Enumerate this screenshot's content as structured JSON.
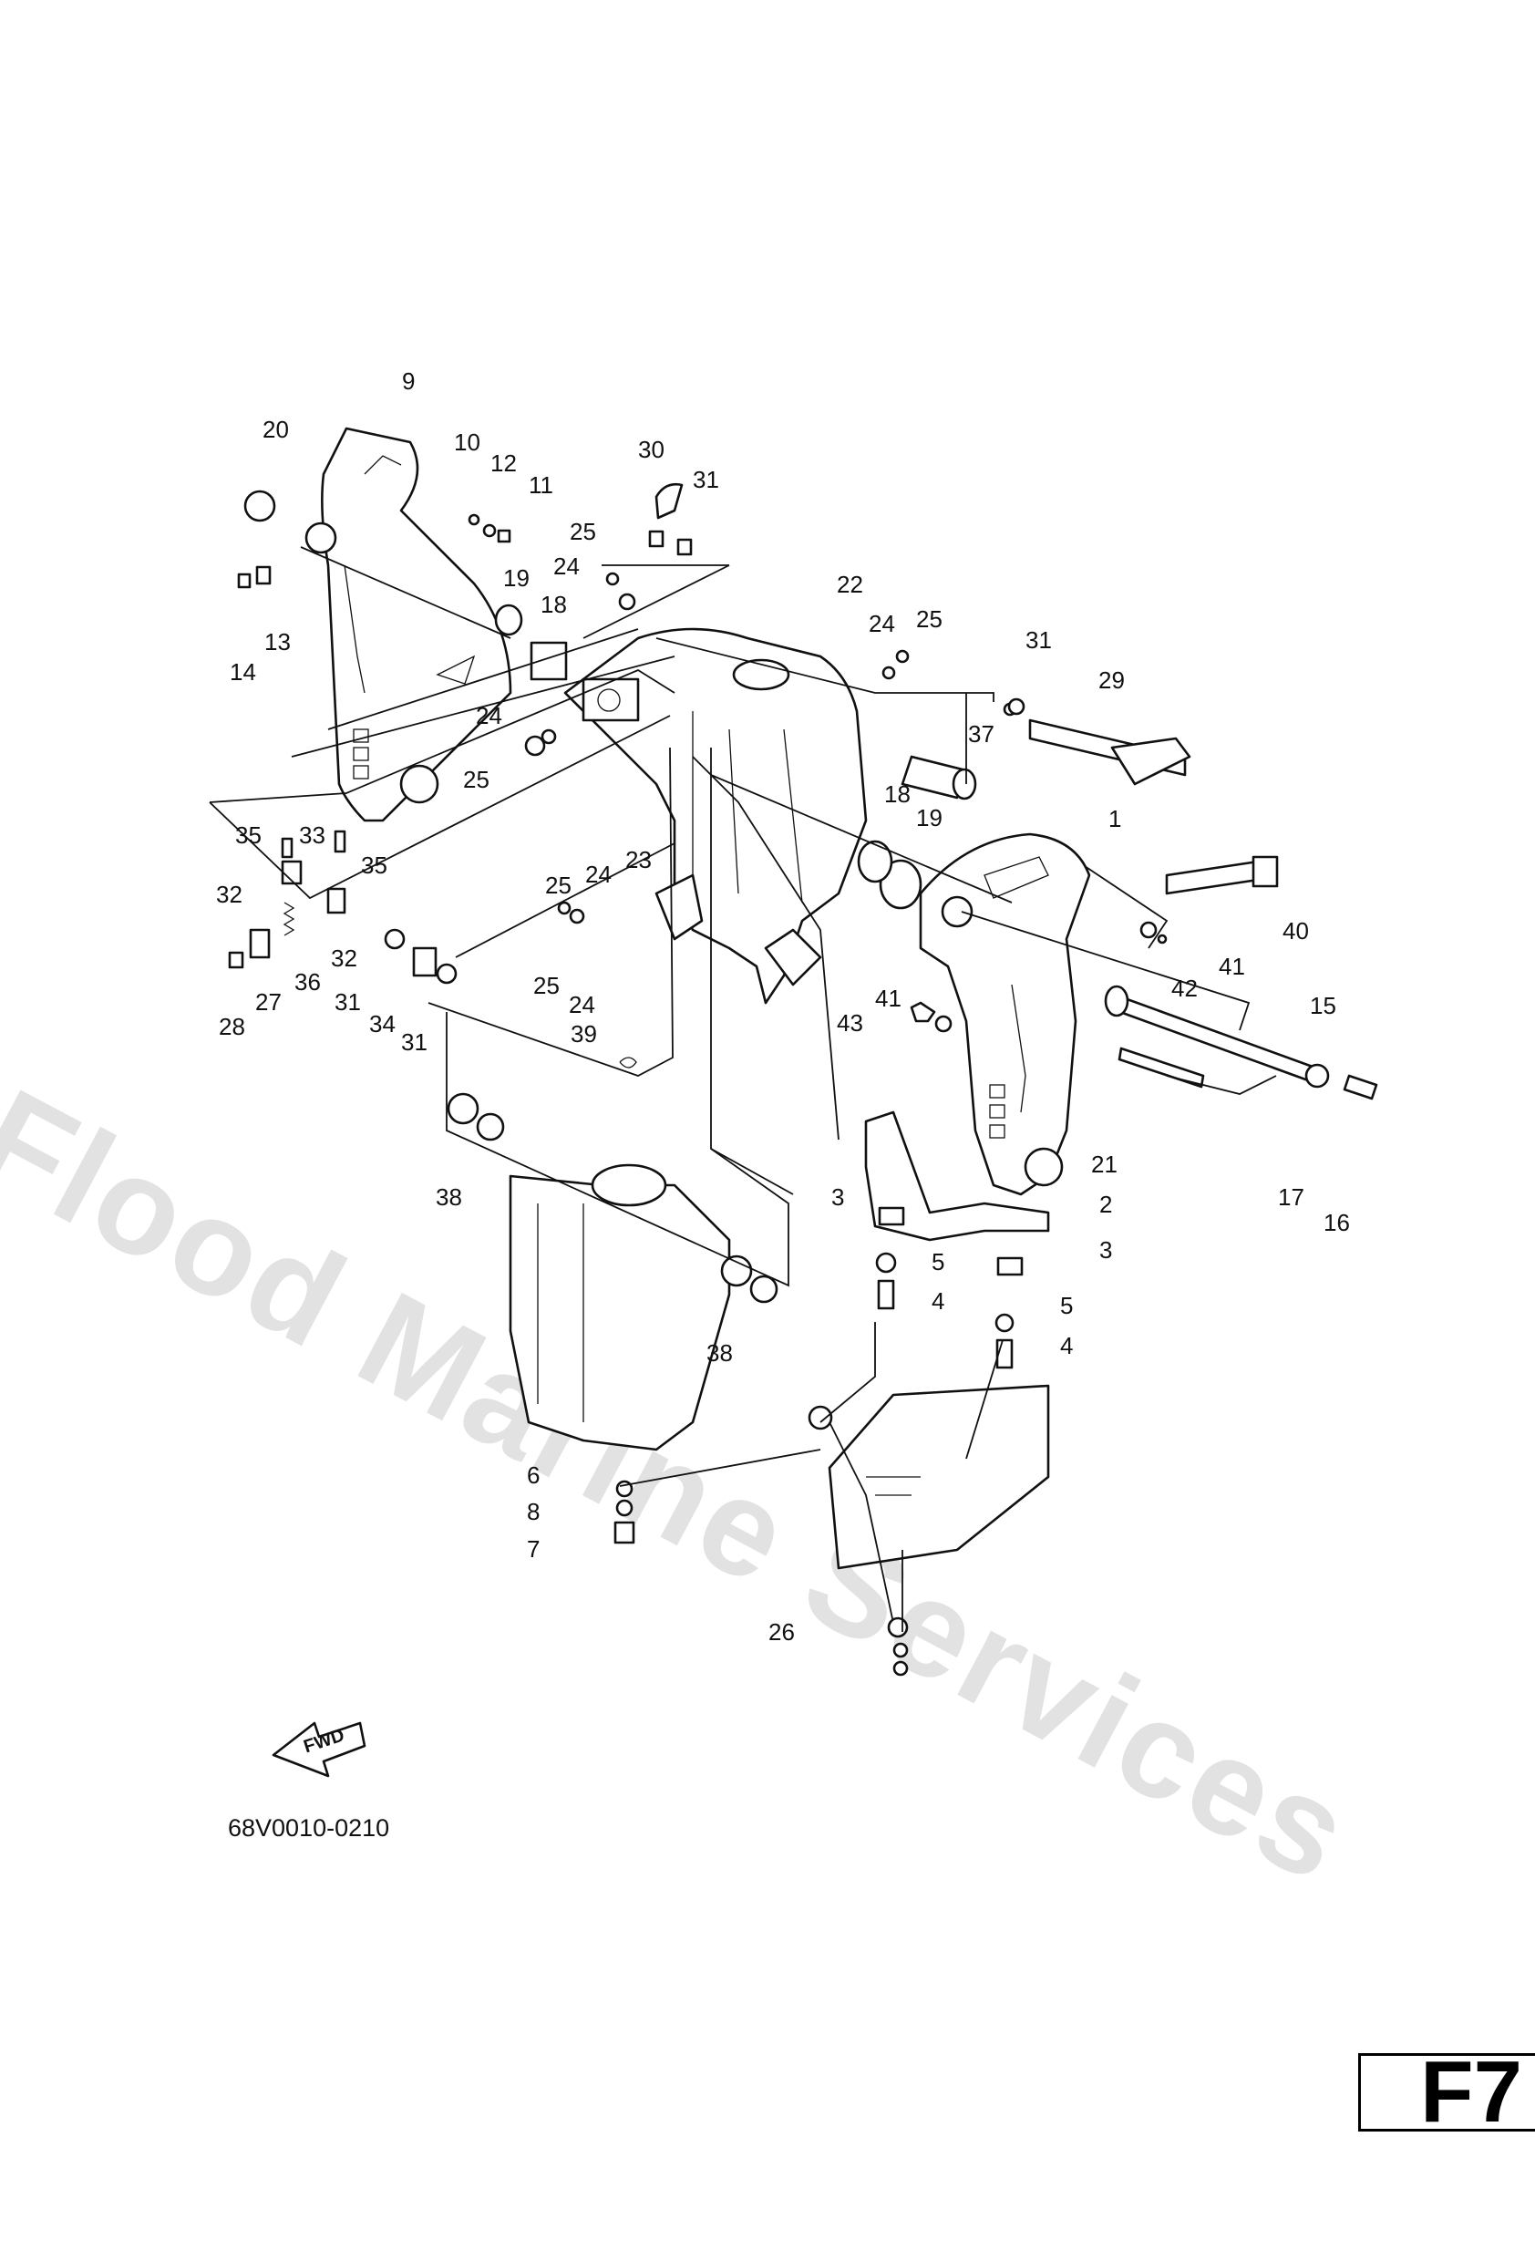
{
  "watermark": "Flood Marine Services",
  "diagram_code": "68V0010-0210",
  "page_label": "F7",
  "fwd_label": "FWD",
  "callouts": [
    {
      "id": "9",
      "text": "9"
    },
    {
      "id": "20",
      "text": "20"
    },
    {
      "id": "10",
      "text": "10"
    },
    {
      "id": "12",
      "text": "12"
    },
    {
      "id": "11",
      "text": "11"
    },
    {
      "id": "30",
      "text": "30"
    },
    {
      "id": "31a",
      "text": "31"
    },
    {
      "id": "25a",
      "text": "25"
    },
    {
      "id": "24a",
      "text": "24"
    },
    {
      "id": "19a",
      "text": "19"
    },
    {
      "id": "18a",
      "text": "18"
    },
    {
      "id": "22",
      "text": "22"
    },
    {
      "id": "24b",
      "text": "24"
    },
    {
      "id": "25b",
      "text": "25"
    },
    {
      "id": "13",
      "text": "13"
    },
    {
      "id": "14",
      "text": "14"
    },
    {
      "id": "31b",
      "text": "31"
    },
    {
      "id": "29",
      "text": "29"
    },
    {
      "id": "24c",
      "text": "24"
    },
    {
      "id": "25c",
      "text": "25"
    },
    {
      "id": "37",
      "text": "37"
    },
    {
      "id": "1",
      "text": "1"
    },
    {
      "id": "18b",
      "text": "18"
    },
    {
      "id": "19b",
      "text": "19"
    },
    {
      "id": "35a",
      "text": "35"
    },
    {
      "id": "33",
      "text": "33"
    },
    {
      "id": "35b",
      "text": "35"
    },
    {
      "id": "23",
      "text": "23"
    },
    {
      "id": "24d",
      "text": "24"
    },
    {
      "id": "25d",
      "text": "25"
    },
    {
      "id": "32a",
      "text": "32"
    },
    {
      "id": "32b",
      "text": "32"
    },
    {
      "id": "40",
      "text": "40"
    },
    {
      "id": "41a",
      "text": "41"
    },
    {
      "id": "42",
      "text": "42"
    },
    {
      "id": "36",
      "text": "36"
    },
    {
      "id": "27",
      "text": "27"
    },
    {
      "id": "28",
      "text": "28"
    },
    {
      "id": "31c",
      "text": "31"
    },
    {
      "id": "34",
      "text": "34"
    },
    {
      "id": "31d",
      "text": "31"
    },
    {
      "id": "25e",
      "text": "25"
    },
    {
      "id": "24e",
      "text": "24"
    },
    {
      "id": "39",
      "text": "39"
    },
    {
      "id": "41b",
      "text": "41"
    },
    {
      "id": "43",
      "text": "43"
    },
    {
      "id": "15",
      "text": "15"
    },
    {
      "id": "21",
      "text": "21"
    },
    {
      "id": "17",
      "text": "17"
    },
    {
      "id": "16",
      "text": "16"
    },
    {
      "id": "38a",
      "text": "38"
    },
    {
      "id": "3a",
      "text": "3"
    },
    {
      "id": "2",
      "text": "2"
    },
    {
      "id": "5a",
      "text": "5"
    },
    {
      "id": "3b",
      "text": "3"
    },
    {
      "id": "4a",
      "text": "4"
    },
    {
      "id": "5b",
      "text": "5"
    },
    {
      "id": "4b",
      "text": "4"
    },
    {
      "id": "38b",
      "text": "38"
    },
    {
      "id": "6",
      "text": "6"
    },
    {
      "id": "8",
      "text": "8"
    },
    {
      "id": "7",
      "text": "7"
    },
    {
      "id": "26",
      "text": "26"
    }
  ]
}
